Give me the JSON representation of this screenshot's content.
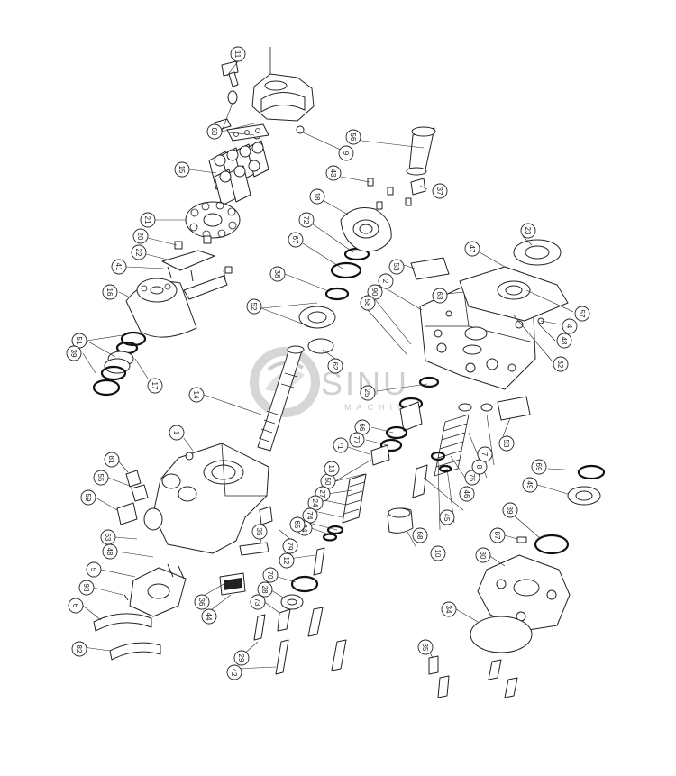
{
  "watermark": {
    "brand": "SINU",
    "sub": "MACHINE"
  },
  "callouts": [
    {
      "id": "c11",
      "n": "11"
    },
    {
      "id": "c60",
      "n": "60"
    },
    {
      "id": "c9",
      "n": "9"
    },
    {
      "id": "c56",
      "n": "56"
    },
    {
      "id": "c15",
      "n": "15"
    },
    {
      "id": "c43",
      "n": "43"
    },
    {
      "id": "c37",
      "n": "37"
    },
    {
      "id": "c21",
      "n": "21"
    },
    {
      "id": "c18",
      "n": "18"
    },
    {
      "id": "c72",
      "n": "72"
    },
    {
      "id": "c67",
      "n": "67"
    },
    {
      "id": "c20",
      "n": "20"
    },
    {
      "id": "c22",
      "n": "22"
    },
    {
      "id": "c41",
      "n": "41"
    },
    {
      "id": "c23",
      "n": "23"
    },
    {
      "id": "c47",
      "n": "47"
    },
    {
      "id": "c53a",
      "n": "53"
    },
    {
      "id": "c38",
      "n": "38"
    },
    {
      "id": "c16",
      "n": "16"
    },
    {
      "id": "c52",
      "n": "52"
    },
    {
      "id": "c2",
      "n": "2"
    },
    {
      "id": "c63a",
      "n": "63"
    },
    {
      "id": "c90",
      "n": "90"
    },
    {
      "id": "c58",
      "n": "58"
    },
    {
      "id": "c57",
      "n": "57"
    },
    {
      "id": "c4",
      "n": "4"
    },
    {
      "id": "c48a",
      "n": "48"
    },
    {
      "id": "c32",
      "n": "32"
    },
    {
      "id": "c51",
      "n": "51"
    },
    {
      "id": "c39",
      "n": "39"
    },
    {
      "id": "c17",
      "n": "17"
    },
    {
      "id": "c62",
      "n": "62"
    },
    {
      "id": "c14",
      "n": "14"
    },
    {
      "id": "c25",
      "n": "25"
    },
    {
      "id": "c66",
      "n": "66"
    },
    {
      "id": "c77",
      "n": "77"
    },
    {
      "id": "c71",
      "n": "71"
    },
    {
      "id": "c53b",
      "n": "53"
    },
    {
      "id": "c1",
      "n": "1"
    },
    {
      "id": "c81",
      "n": "81"
    },
    {
      "id": "c55",
      "n": "55"
    },
    {
      "id": "c59",
      "n": "59"
    },
    {
      "id": "c63b",
      "n": "63"
    },
    {
      "id": "c48b",
      "n": "48"
    },
    {
      "id": "c5",
      "n": "5"
    },
    {
      "id": "c93",
      "n": "93"
    },
    {
      "id": "c6",
      "n": "6"
    },
    {
      "id": "c82",
      "n": "82"
    },
    {
      "id": "c50",
      "n": "50"
    },
    {
      "id": "c27",
      "n": "27"
    },
    {
      "id": "c24",
      "n": "24"
    },
    {
      "id": "c74",
      "n": "74"
    },
    {
      "id": "c64",
      "n": "64"
    },
    {
      "id": "c65",
      "n": "65"
    },
    {
      "id": "c79",
      "n": "79"
    },
    {
      "id": "c13",
      "n": "13"
    },
    {
      "id": "c35",
      "n": "35"
    },
    {
      "id": "c36",
      "n": "36"
    },
    {
      "id": "c44",
      "n": "44"
    },
    {
      "id": "c70",
      "n": "70"
    },
    {
      "id": "c28",
      "n": "28"
    },
    {
      "id": "c73",
      "n": "73"
    },
    {
      "id": "c12",
      "n": "12"
    },
    {
      "id": "c29",
      "n": "29"
    },
    {
      "id": "c42",
      "n": "42"
    },
    {
      "id": "c68",
      "n": "68"
    },
    {
      "id": "c10",
      "n": "10"
    },
    {
      "id": "c75",
      "n": "75"
    },
    {
      "id": "c8",
      "n": "8"
    },
    {
      "id": "c7",
      "n": "7"
    },
    {
      "id": "c46",
      "n": "46"
    },
    {
      "id": "c45",
      "n": "45"
    },
    {
      "id": "c69",
      "n": "69"
    },
    {
      "id": "c49",
      "n": "49"
    },
    {
      "id": "c89",
      "n": "89"
    },
    {
      "id": "c87",
      "n": "87"
    },
    {
      "id": "c30",
      "n": "30"
    },
    {
      "id": "c34",
      "n": "34"
    },
    {
      "id": "c85",
      "n": "85"
    }
  ]
}
